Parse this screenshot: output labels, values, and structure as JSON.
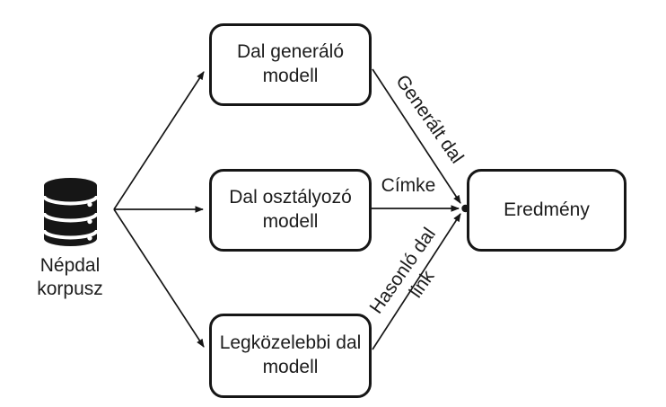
{
  "diagram": {
    "title_hint": "folk-song system flow diagram",
    "colors": {
      "background": "#ffffff",
      "stroke": "#161616",
      "text": "#1c1c1c"
    },
    "source": {
      "icon": "database-icon",
      "label": "Népdal korpusz"
    },
    "nodes": {
      "generator": "Dal generáló modell",
      "classifier": "Dal osztályozó modell",
      "nearest": "Legközelebbi dal modell",
      "result": "Eredmény"
    },
    "edge_labels": {
      "generated": "Generált dal",
      "cimke": "Címke",
      "similar": "Hasonló dal link"
    }
  }
}
